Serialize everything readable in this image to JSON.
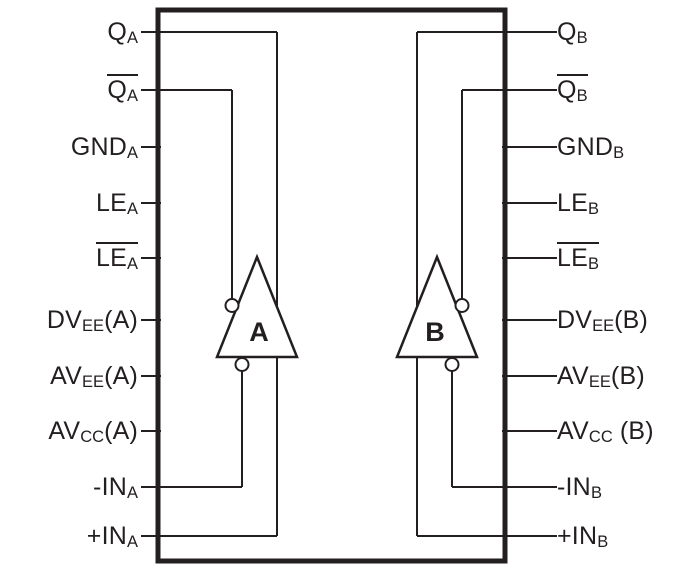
{
  "colors": {
    "ink": "#231f20",
    "background": "#ffffff"
  },
  "comparators": [
    {
      "label": "A"
    },
    {
      "label": "B"
    }
  ],
  "pins": {
    "left": [
      {
        "main": "Q",
        "sub": "A",
        "overline": false,
        "suffix": ""
      },
      {
        "main": "Q",
        "sub": "A",
        "overline": true,
        "suffix": ""
      },
      {
        "main": "GND",
        "sub": "A",
        "overline": false,
        "suffix": ""
      },
      {
        "main": "LE",
        "sub": "A",
        "overline": false,
        "suffix": ""
      },
      {
        "main": "LE",
        "sub": "A",
        "overline": true,
        "suffix": ""
      },
      {
        "main": "DV",
        "sub": "EE",
        "overline": false,
        "suffix": "(A)"
      },
      {
        "main": "AV",
        "sub": "EE",
        "overline": false,
        "suffix": "(A)"
      },
      {
        "main": "AV",
        "sub": "CC",
        "overline": false,
        "suffix": "(A)"
      },
      {
        "main": "-IN",
        "sub": "A",
        "overline": false,
        "suffix": ""
      },
      {
        "main": "+IN",
        "sub": "A",
        "overline": false,
        "suffix": ""
      }
    ],
    "right": [
      {
        "main": "Q",
        "sub": "B",
        "overline": false,
        "suffix": ""
      },
      {
        "main": "Q",
        "sub": "B",
        "overline": true,
        "suffix": ""
      },
      {
        "main": "GND",
        "sub": "B",
        "overline": false,
        "suffix": ""
      },
      {
        "main": "LE",
        "sub": "B",
        "overline": false,
        "suffix": ""
      },
      {
        "main": "LE",
        "sub": "B",
        "overline": true,
        "suffix": ""
      },
      {
        "main": "DV",
        "sub": "EE",
        "overline": false,
        "suffix": "(B)"
      },
      {
        "main": "AV",
        "sub": "EE",
        "overline": false,
        "suffix": "(B)"
      },
      {
        "main": "AV",
        "sub": "CC",
        "overline": false,
        "suffix": " (B)"
      },
      {
        "main": "-IN",
        "sub": "B",
        "overline": false,
        "suffix": ""
      },
      {
        "main": "+IN",
        "sub": "B",
        "overline": false,
        "suffix": ""
      }
    ]
  }
}
